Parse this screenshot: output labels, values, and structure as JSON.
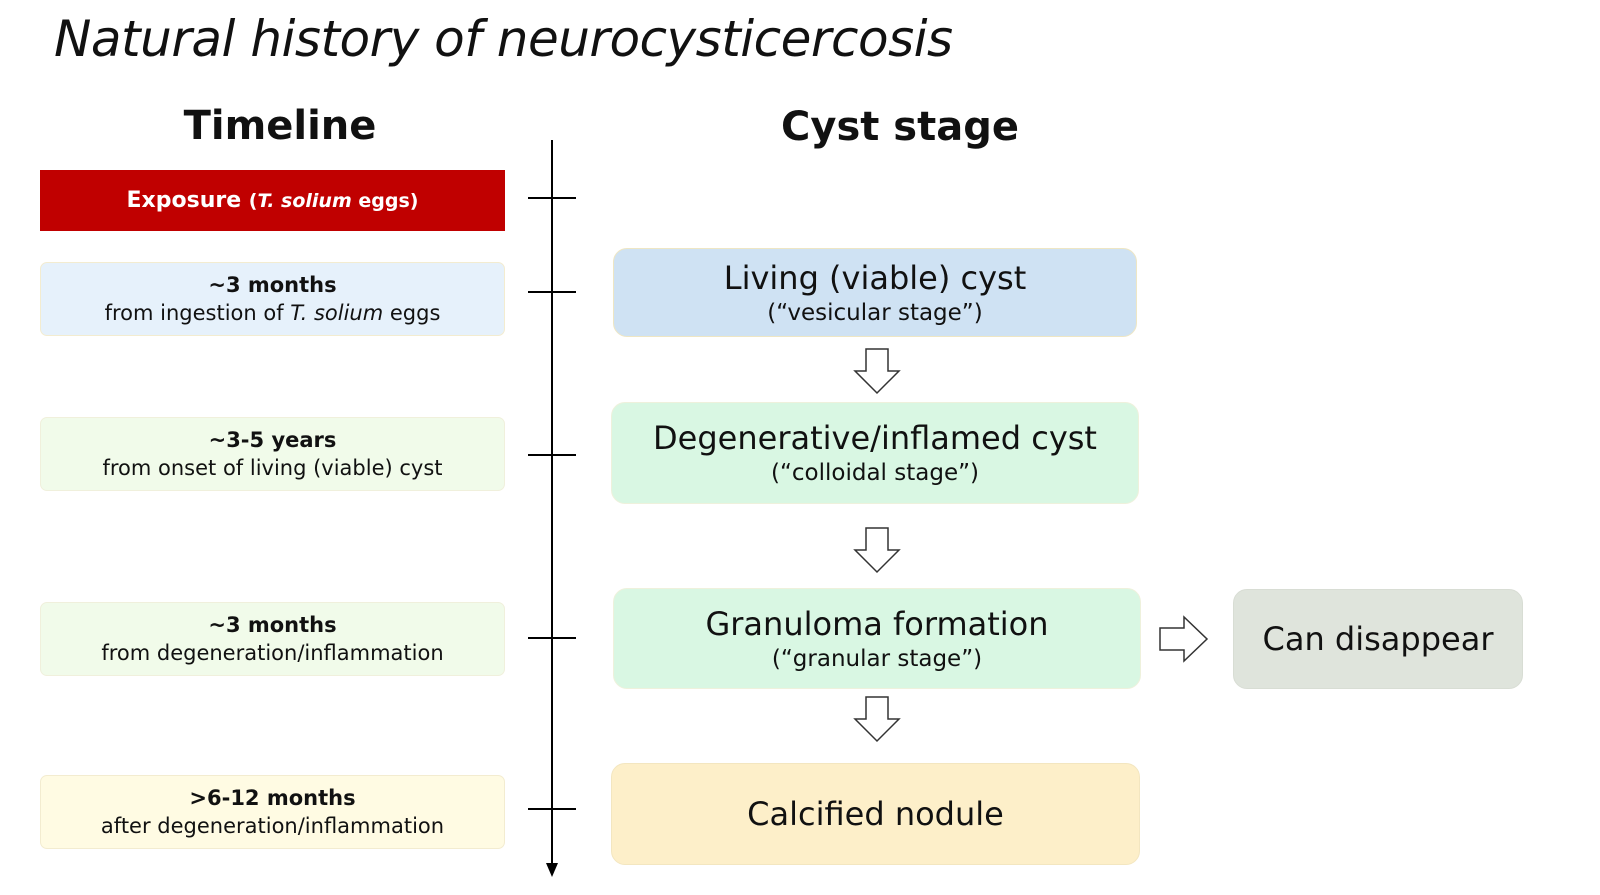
{
  "title": "Natural history of neurocysticercosis",
  "timeline_heading": "Timeline",
  "cyst_heading": "Cyst stage",
  "exposure": {
    "label": "Exposure",
    "detail_open": "(",
    "detail_species": "T. solium",
    "detail_rest": " eggs)"
  },
  "timeline": [
    {
      "duration": "~3 months",
      "desc_pre": "from ingestion of ",
      "desc_species": "T. solium",
      "desc_post": " eggs"
    },
    {
      "duration": "~3-5 years",
      "desc": "from onset of living (viable) cyst"
    },
    {
      "duration": "~3 months",
      "desc": "from degeneration/inflammation"
    },
    {
      "duration": ">6-12 months",
      "desc": "after degeneration/inflammation"
    }
  ],
  "stages": [
    {
      "name": "Living (viable) cyst",
      "sub": "(“vesicular stage”)"
    },
    {
      "name": "Degenerative/inflamed cyst",
      "sub": "(“colloidal stage”)"
    },
    {
      "name": "Granuloma formation",
      "sub": "(“granular stage”)"
    },
    {
      "name": "Calcified nodule",
      "sub": ""
    }
  ],
  "side_outcome": "Can disappear",
  "colors": {
    "exposure": "#c00000",
    "living": "#cfe2f3",
    "degenerative": "#d9f7e3",
    "granuloma": "#d9f7e3",
    "calcified": "#fdefc9",
    "disappear": "#dfe4dc"
  }
}
